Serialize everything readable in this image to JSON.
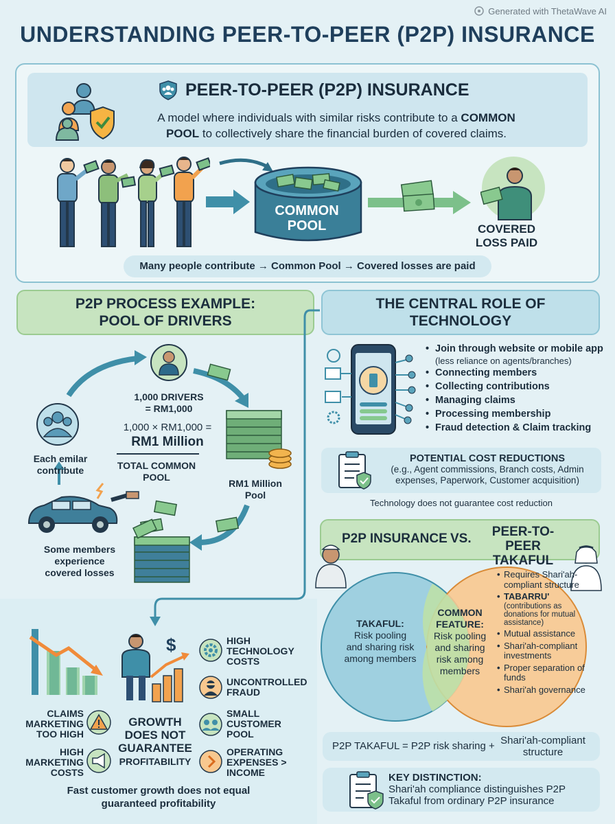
{
  "watermark": "Generated with ThetaWave AI",
  "title": "UNDERSTANDING PEER-TO-PEER (P2P) INSURANCE",
  "definition": {
    "heading": "PEER-TO-PEER (P2P) INSURANCE",
    "line1_pre": "A model where individuals with similar risks contribute to a ",
    "line1_bold": "COMMON",
    "line2_bold": "POOL",
    "line2_post": " to collectively share the financial burden of covered claims.",
    "pool_label_1": "COMMON",
    "pool_label_2": "POOL",
    "covered_1": "COVERED",
    "covered_2": "LOSS PAID",
    "flow": "Many people contribute → Common Pool → Covered losses are paid"
  },
  "process": {
    "heading_1": "P2P PROCESS EXAMPLE:",
    "heading_2": "POOL OF DRIVERS",
    "drivers_1": "1,000 DRIVERS",
    "drivers_2": "= RM1,000",
    "calc": "1,000 × RM1,000 =",
    "million": "RM1 Million",
    "total_1": "TOTAL COMMON",
    "total_2": "POOL",
    "each_1": "Each emilar",
    "each_2": "contribute",
    "pool_1": "RM1 Million",
    "pool_2": "Pool",
    "some_1": "Some members",
    "some_2": "experience",
    "some_3": "covered losses"
  },
  "technology": {
    "heading_1": "THE CENTRAL ROLE OF",
    "heading_2": "TECHNOLOGY",
    "items": [
      "Join through website or mobile app",
      "Connecting members",
      "Collecting contributions",
      "Managing claims",
      "Processing membership",
      "Fraud detection & Claim tracking"
    ],
    "item0_sub": "(less reliance on agents/branches)",
    "cost_title": "POTENTIAL COST REDUCTIONS",
    "cost_1": "(e.g., Agent commissions, Branch costs, Admin",
    "cost_2": "expenses, Paperwork, Customer acquisition)",
    "note": "Technology does not guarantee cost reduction"
  },
  "comparison": {
    "left": "P2P INSURANCE",
    "vs": "VS.",
    "right_1": "PEER-TO-PEER",
    "right_2": "TAKAFUL",
    "takaful_title": "TAKAFUL:",
    "takaful_1": "Risk pooling",
    "takaful_2": "and sharing risk",
    "takaful_3": "among members",
    "common_1": "COMMON",
    "common_2": "FEATURE:",
    "common_3": "Risk pooling",
    "common_4": "and sharing",
    "common_5": "risk among",
    "common_6": "members",
    "right_items": [
      {
        "main": "Requires Shari'ah-compliant structure",
        "sub": ""
      },
      {
        "main": "TABARRU'",
        "sub": "(contributions as donations for mutual assistance)"
      },
      {
        "main": "Mutual assistance",
        "sub": ""
      },
      {
        "main": "Shari'ah-compliant investments",
        "sub": ""
      },
      {
        "main": "Proper separation of funds",
        "sub": ""
      },
      {
        "main": "Shari'ah governance",
        "sub": ""
      }
    ],
    "eq_left": "P2P TAKAFUL = P2P risk sharing +",
    "eq_right_1": "Shari'ah-compliant",
    "eq_right_2": "structure",
    "key_title": "KEY DISTINCTION:",
    "key_1": "Shari'ah compliance distinguishes P2P",
    "key_2": "Takaful from ordinary P2P insurance"
  },
  "risks": {
    "claims_1": "CLAIMS",
    "claims_2": "MARKETING",
    "claims_3": "TOO HIGH",
    "mkt_1": "HIGH",
    "mkt_2": "MARKETING",
    "mkt_3": "COSTS",
    "growth_1": "GROWTH",
    "growth_2": "DOES NOT",
    "growth_3": "GUARANTEE",
    "growth_4": "PROFITABILITY",
    "tech_1": "HIGH",
    "tech_2": "TECHNOLOGY",
    "tech_3": "COSTS",
    "fraud_1": "UNCONTROLLED",
    "fraud_2": "FRAUD",
    "small_1": "SMALL",
    "small_2": "CUSTOMER",
    "small_3": "POOL",
    "opex_1": "OPERATING",
    "opex_2": "EXPENSES >",
    "opex_3": "INCOME",
    "footer_1": "Fast customer growth does not equal",
    "footer_2": "guaranteed profitability"
  },
  "colors": {
    "navy": "#1f3f5c",
    "teal": "#3f8fa8",
    "green": "#c7e4c0",
    "orange": "#f6a24a",
    "blue_circle": "#9fd0e0",
    "orange_circle": "#f8c88f"
  }
}
